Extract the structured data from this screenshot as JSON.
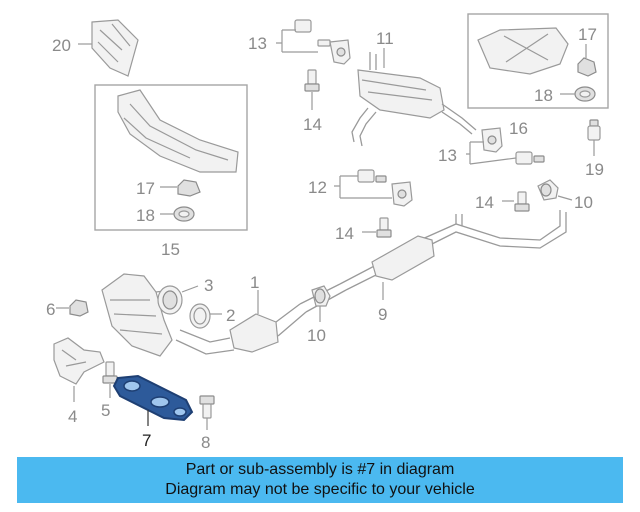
{
  "diagram": {
    "callouts": {
      "c20": "20",
      "c13a": "13",
      "c11": "11",
      "c17a": "17",
      "c14a": "14",
      "c16": "16",
      "c18a": "18",
      "c13b": "13",
      "c19": "19",
      "c17b": "17",
      "c18b": "18",
      "c12": "12",
      "c14b": "14",
      "c10a": "10",
      "c14c": "14",
      "c15": "15",
      "c3": "3",
      "c1": "1",
      "c6": "6",
      "c2": "2",
      "c9": "9",
      "c10b": "10",
      "c4": "4",
      "c5": "5",
      "c7": "7",
      "c8": "8"
    },
    "highlighted_part": "7"
  },
  "banner": {
    "line1": "Part or sub-assembly is #7 in diagram",
    "line2": "Diagram may not be specific to your vehicle"
  },
  "colors": {
    "banner_bg": "#4bb9f0",
    "highlight_part": "#1e3f73",
    "line_gray": "#9a9a9a"
  }
}
